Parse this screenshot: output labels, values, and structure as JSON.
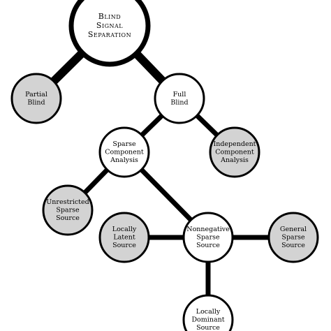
{
  "diagram": {
    "colors": {
      "white_fill": "#ffffff",
      "gray_fill": "#d3d3d3",
      "stroke": "#000000"
    },
    "nodes": {
      "blind_signal_separation": {
        "lines": [
          "Blind",
          "Signal",
          "Separation"
        ],
        "style": "small-caps",
        "fill": "white"
      },
      "partial_blind": {
        "lines": [
          "Partial",
          "Blind"
        ],
        "fill": "gray"
      },
      "full_blind": {
        "lines": [
          "Full",
          "Blind"
        ],
        "fill": "white"
      },
      "sparse_component_analysis": {
        "lines": [
          "Sparse",
          "Component",
          "Analysis"
        ],
        "fill": "white"
      },
      "independent_component_analysis": {
        "lines": [
          "Independent",
          "Component",
          "Analysis"
        ],
        "fill": "gray"
      },
      "unrestricted_sparse_source": {
        "lines": [
          "Unrestricted",
          "Sparse",
          "Source"
        ],
        "fill": "gray"
      },
      "locally_latent_source": {
        "lines": [
          "Locally",
          "Latent",
          "Source"
        ],
        "fill": "gray"
      },
      "nonnegative_sparse_source": {
        "lines": [
          "Nonnegative",
          "Sparse",
          "Source"
        ],
        "fill": "white"
      },
      "general_sparse_source": {
        "lines": [
          "General",
          "Sparse",
          "Source"
        ],
        "fill": "gray"
      },
      "locally_dominant_source": {
        "lines": [
          "Locally",
          "Dominant",
          "Source"
        ],
        "fill": "white"
      }
    },
    "edges": [
      [
        "blind_signal_separation",
        "partial_blind"
      ],
      [
        "blind_signal_separation",
        "full_blind"
      ],
      [
        "full_blind",
        "sparse_component_analysis"
      ],
      [
        "full_blind",
        "independent_component_analysis"
      ],
      [
        "sparse_component_analysis",
        "unrestricted_sparse_source"
      ],
      [
        "sparse_component_analysis",
        "nonnegative_sparse_source"
      ],
      [
        "nonnegative_sparse_source",
        "locally_latent_source"
      ],
      [
        "nonnegative_sparse_source",
        "general_sparse_source"
      ],
      [
        "nonnegative_sparse_source",
        "locally_dominant_source"
      ]
    ]
  }
}
